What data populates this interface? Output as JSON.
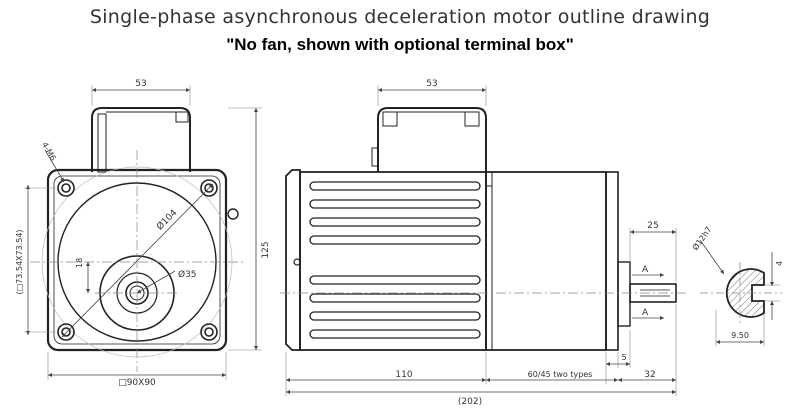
{
  "title": "Single-phase asynchronous deceleration motor outline drawing",
  "subtitle": "\"No fan, shown with optional terminal box\"",
  "front_view": {
    "dim_top": "53",
    "dim_holes": "4-M6",
    "dim_pcd": "Ø104",
    "dim_shaft_d": "Ø35",
    "dim_offset": "18",
    "dim_square": "(□73.54X73.54)",
    "dim_height": "125",
    "dim_bottom": "□90X90"
  },
  "side_view": {
    "dim_top": "53",
    "dim_body": "110",
    "dim_gear": "60/45 two types",
    "dim_shaft_len": "32",
    "dim_total": "(202)",
    "dim_25": "25",
    "dim_5": "5",
    "section_mark": "A"
  },
  "section_view": {
    "dim_diameter": "Ø12h7",
    "dim_key": "4",
    "dim_flat": "9.50"
  }
}
